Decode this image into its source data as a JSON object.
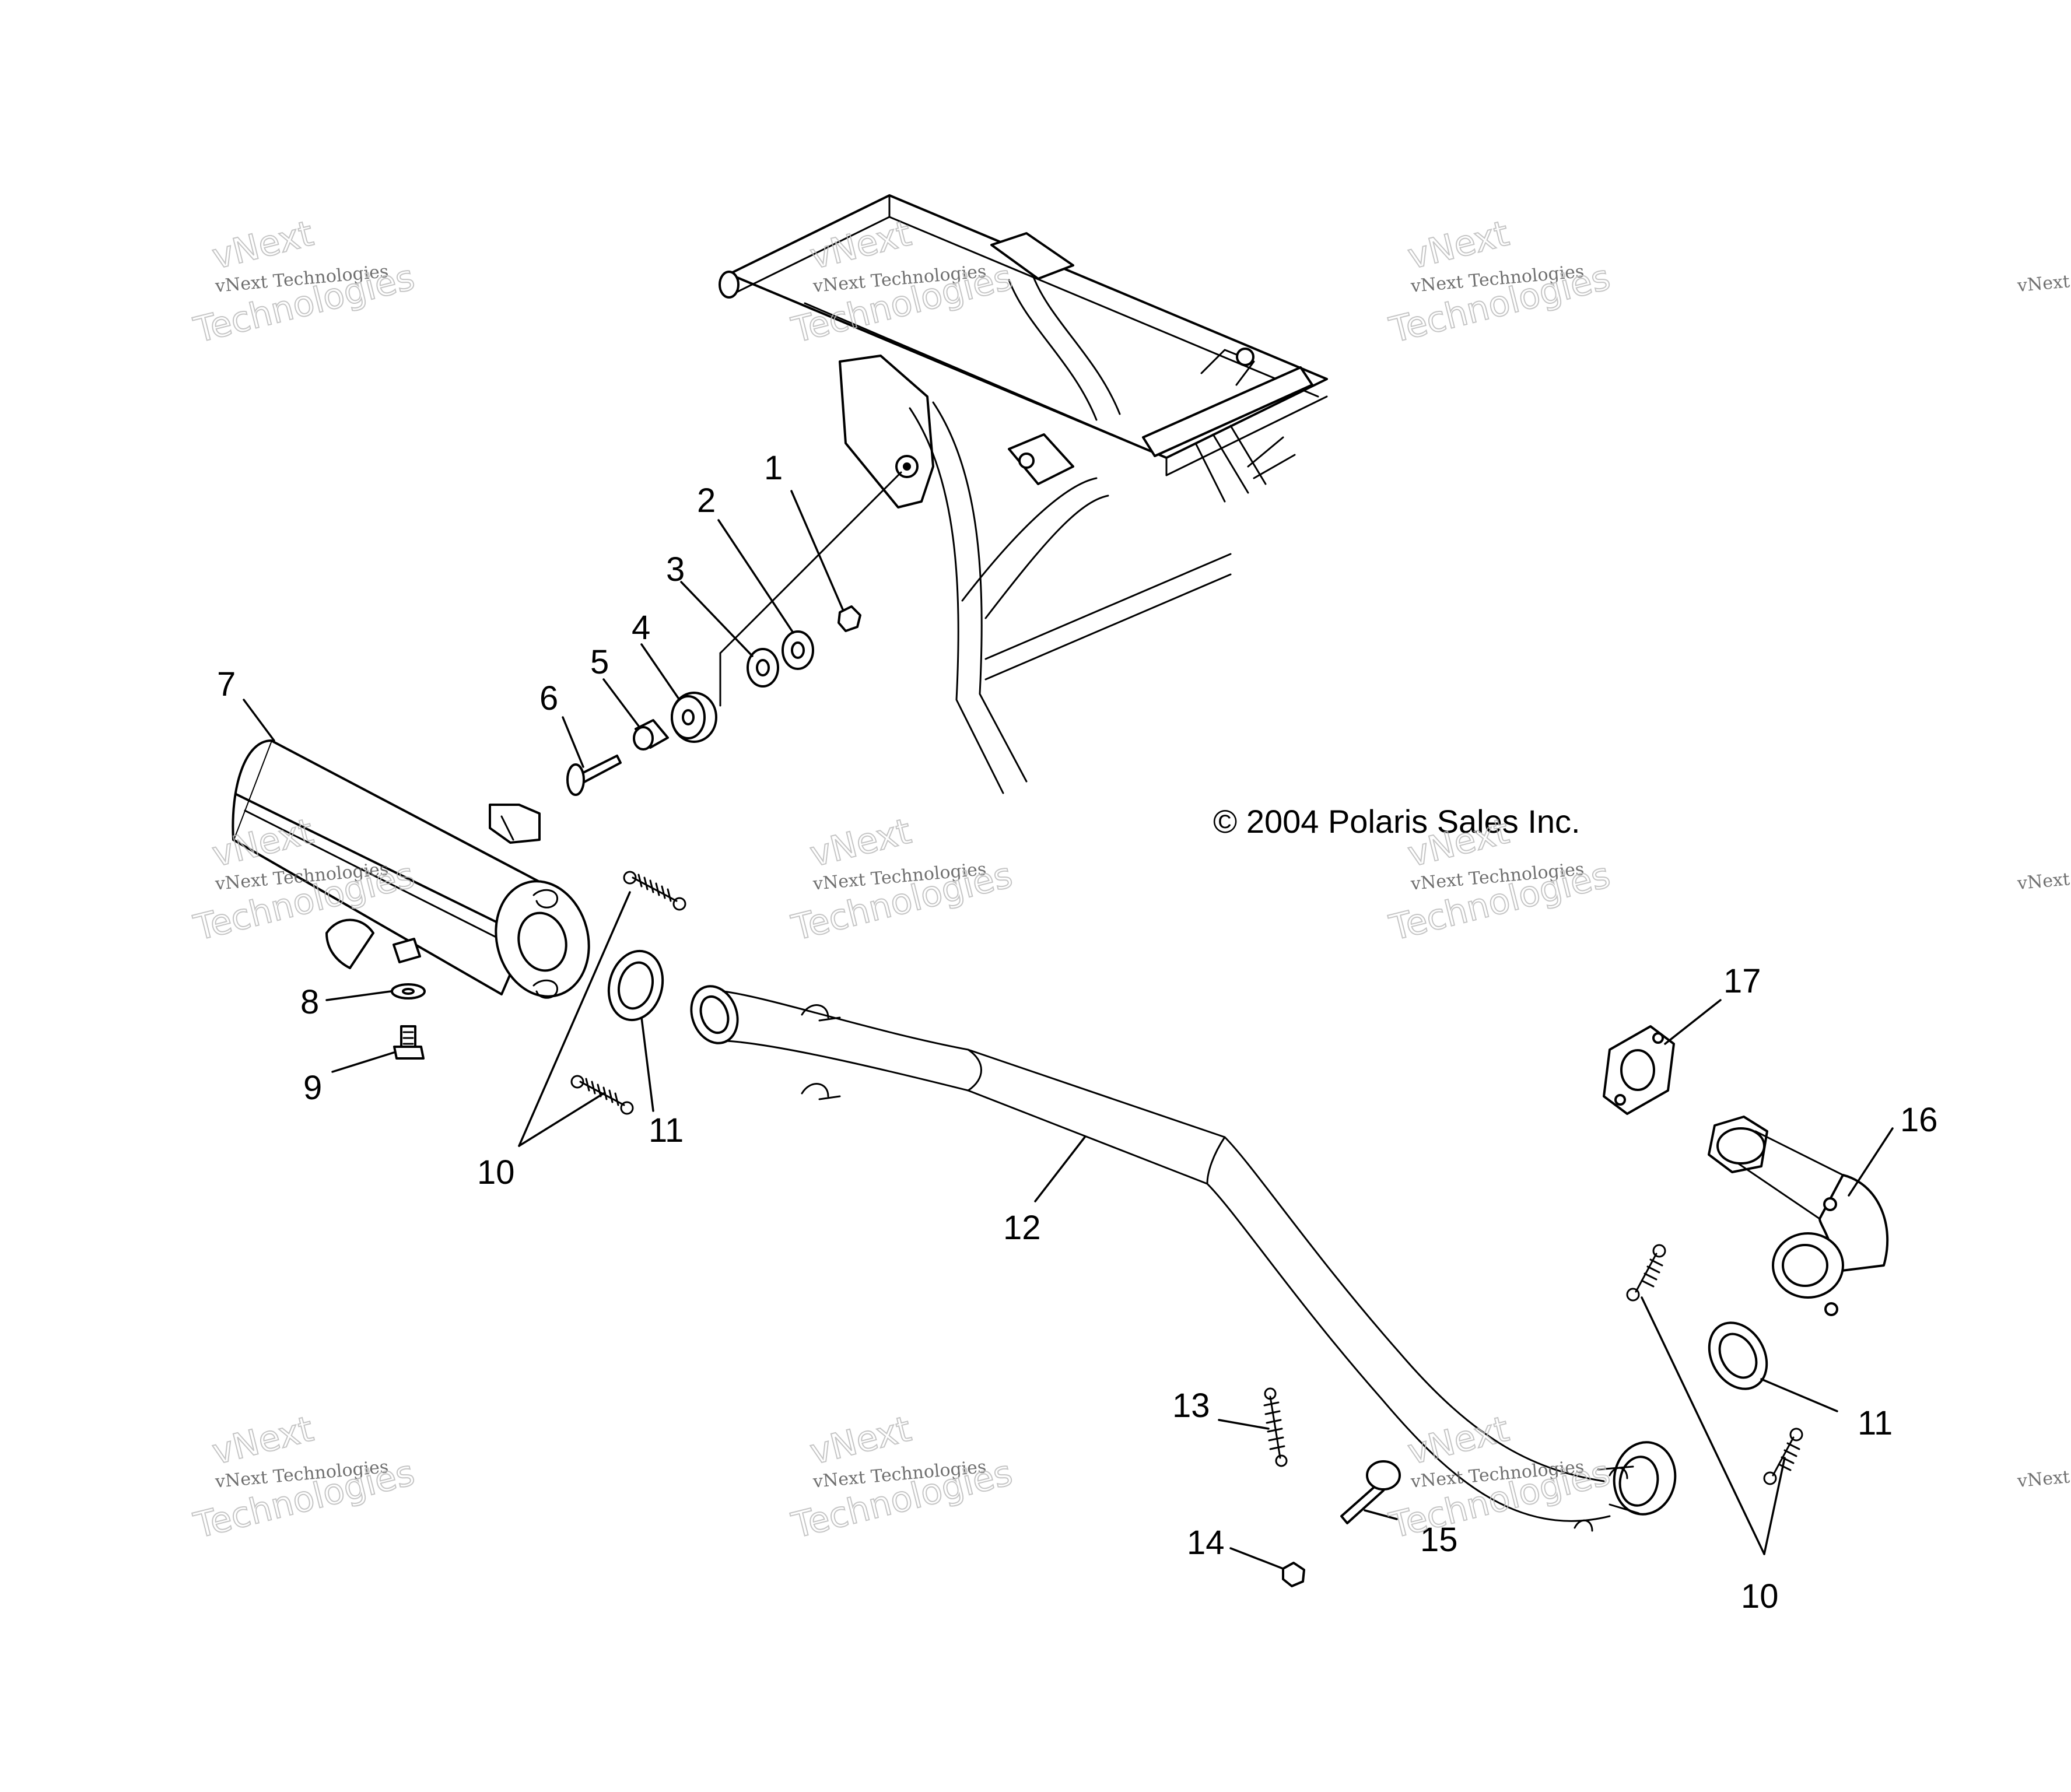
{
  "copyright": "© 2004 Polaris Sales Inc.",
  "watermark": {
    "small_text": "vNext Technologies",
    "big_line1": "vNext",
    "big_line2": "Technologies"
  },
  "callouts": [
    {
      "id": "c1",
      "label": "1"
    },
    {
      "id": "c2",
      "label": "2"
    },
    {
      "id": "c3",
      "label": "3"
    },
    {
      "id": "c4",
      "label": "4"
    },
    {
      "id": "c5",
      "label": "5"
    },
    {
      "id": "c6",
      "label": "6"
    },
    {
      "id": "c7",
      "label": "7"
    },
    {
      "id": "c8",
      "label": "8"
    },
    {
      "id": "c9",
      "label": "9"
    },
    {
      "id": "c10a",
      "label": "10"
    },
    {
      "id": "c10b",
      "label": "10"
    },
    {
      "id": "c11a",
      "label": "11"
    },
    {
      "id": "c11b",
      "label": "11"
    },
    {
      "id": "c12",
      "label": "12"
    },
    {
      "id": "c13",
      "label": "13"
    },
    {
      "id": "c14",
      "label": "14"
    },
    {
      "id": "c15",
      "label": "15"
    },
    {
      "id": "c16",
      "label": "16"
    },
    {
      "id": "c17",
      "label": "17"
    }
  ]
}
